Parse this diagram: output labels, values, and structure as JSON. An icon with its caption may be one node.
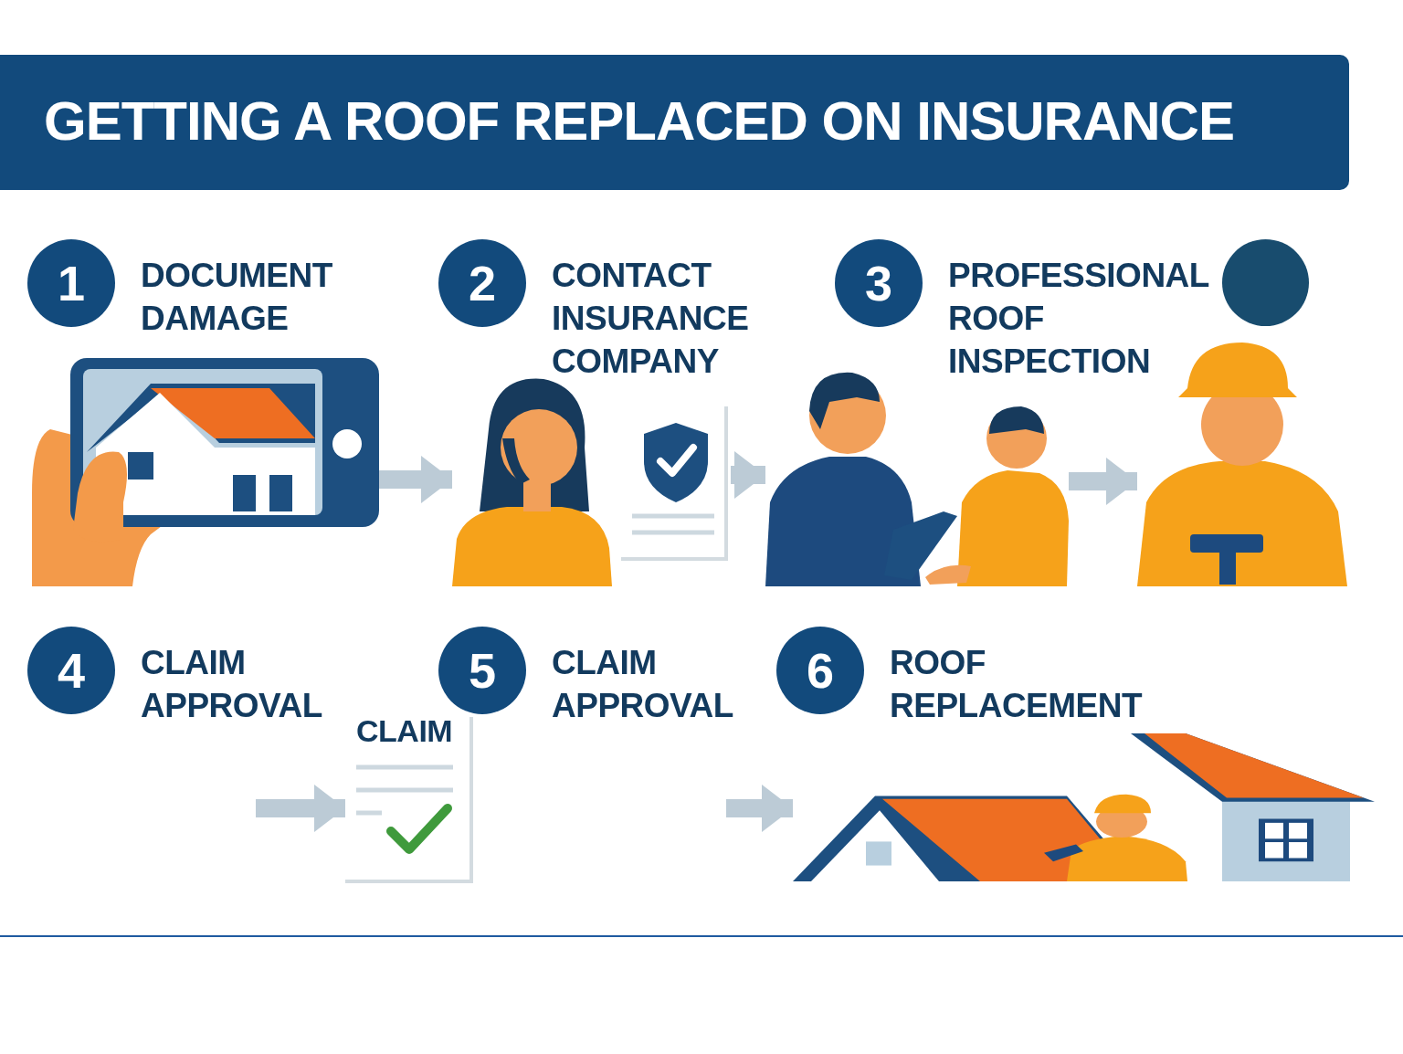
{
  "diagram": {
    "title": "GETTING A ROOF REPLACED ON INSURANCE",
    "nodes": [
      {
        "text": [
          "1",
          "DOCUMENT DAMAGE"
        ]
      },
      {
        "text": [],
        "shape": "picture"
      },
      {
        "text": [
          "2",
          "CONTACT INSURANCE COMPANY"
        ]
      },
      {
        "text": [],
        "shape": "picture"
      },
      {
        "text": [],
        "shape": "picture"
      },
      {
        "text": [
          "3",
          "PROFESSIONAL ROOF INSPECTION"
        ]
      },
      {
        "text": [],
        "shape": "picture"
      },
      {
        "text": [],
        "shape": "picture"
      },
      {
        "text": [],
        "shape": "circle"
      },
      {
        "text": [
          "4",
          "CLAIM APPROVAL"
        ]
      },
      {
        "text": [
          "5",
          "CLAIM APPROVAL"
        ]
      },
      {
        "text": [
          "CLAIM"
        ]
      },
      {
        "text": [
          "6",
          "ROOF REPLACEMENT"
        ]
      },
      {
        "text": [],
        "shape": "picture"
      }
    ],
    "edges": [
      {
        "from": 1,
        "to": 3,
        "arrow": "to"
      },
      {
        "from": 4,
        "to": 6,
        "arrow": "to"
      },
      {
        "from": 6,
        "to": 7,
        "arrow": "to"
      },
      {
        "from": null,
        "to": 11,
        "arrow": "to"
      },
      {
        "from": null,
        "to": 13,
        "arrow": "to"
      }
    ]
  }
}
